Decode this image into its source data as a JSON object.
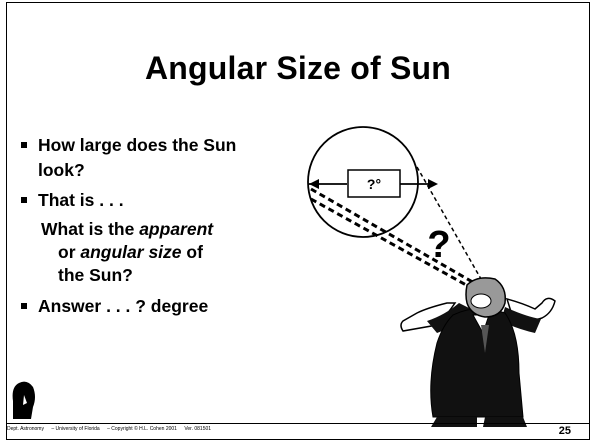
{
  "slide": {
    "title": "Angular Size of Sun",
    "bullets": [
      "How large does the Sun look?",
      "That is . . .",
      "Answer . . . ? degree"
    ],
    "sub_question": {
      "prefix": "What is the ",
      "em1": "apparent",
      "line2_prefix": "or ",
      "em2": "angular size",
      "line2_suffix": " of",
      "line3": "the Sun?"
    },
    "diagram": {
      "box_label": "?°",
      "question_mark": "?"
    },
    "footer": {
      "dept": "Dept. Astronomy",
      "university": "– University of Florida",
      "copyright": "– Copyright © H.L. Cohen 2001",
      "version": "Ver. 081501"
    },
    "slide_number": "25"
  }
}
